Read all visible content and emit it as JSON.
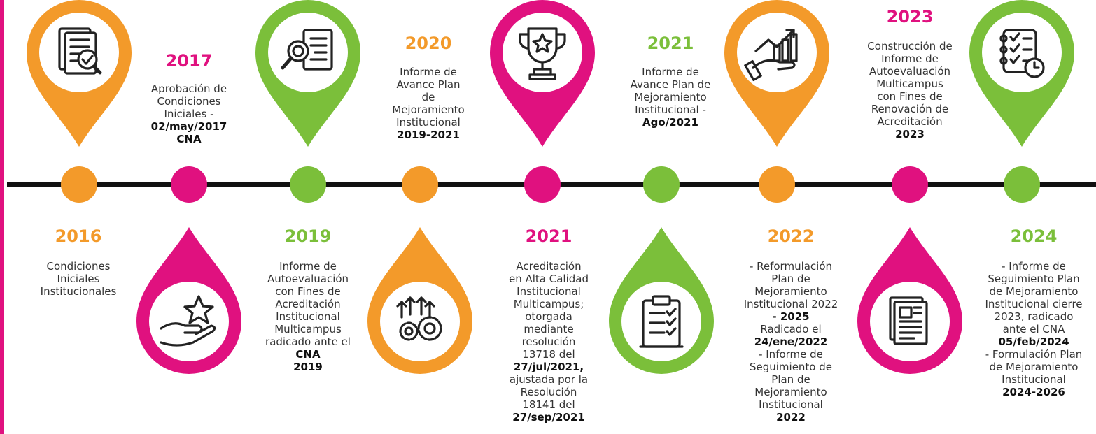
{
  "colors": {
    "orange": "#f39a2a",
    "magenta": "#e0117f",
    "green": "#7bbf3a",
    "line": "#111111"
  },
  "milestones": [
    {
      "year": "2016",
      "color": "orange",
      "desc_lines": [
        {
          "t": "Condiciones",
          "b": false
        },
        {
          "t": "Iniciales",
          "b": false
        },
        {
          "t": "Institucionales",
          "b": false
        }
      ]
    },
    {
      "year": "2017",
      "color": "magenta",
      "desc_lines": [
        {
          "t": "Aprobación de",
          "b": false
        },
        {
          "t": "Condiciones",
          "b": false
        },
        {
          "t": "Iniciales -",
          "b": false
        },
        {
          "t": "02/may/2017",
          "b": true
        },
        {
          "t": "CNA",
          "b": true
        }
      ]
    },
    {
      "year": "2019",
      "color": "green",
      "desc_lines": [
        {
          "t": "Informe de",
          "b": false
        },
        {
          "t": "Autoevaluación",
          "b": false
        },
        {
          "t": "con Fines de",
          "b": false
        },
        {
          "t": "Acreditación",
          "b": false
        },
        {
          "t": "Institucional",
          "b": false
        },
        {
          "t": "Multicampus",
          "b": false
        },
        {
          "t": "radicado ante el",
          "b": false
        },
        {
          "t": "CNA",
          "b": true
        },
        {
          "t": "2019",
          "b": true
        }
      ]
    },
    {
      "year": "2020",
      "color": "orange",
      "desc_lines": [
        {
          "t": "Informe de",
          "b": false
        },
        {
          "t": "Avance Plan",
          "b": false
        },
        {
          "t": "de",
          "b": false
        },
        {
          "t": "Mejoramiento",
          "b": false
        },
        {
          "t": "Institucional",
          "b": false
        },
        {
          "t": "2019-2021",
          "b": true
        }
      ]
    },
    {
      "year": "2021",
      "color": "magenta",
      "desc_lines": [
        {
          "t": "Acreditación",
          "b": false
        },
        {
          "t": "en Alta Calidad",
          "b": false
        },
        {
          "t": "Institucional",
          "b": false
        },
        {
          "t": "Multicampus;",
          "b": false
        },
        {
          "t": "otorgada",
          "b": false
        },
        {
          "t": "mediante",
          "b": false
        },
        {
          "t": "resolución",
          "b": false
        },
        {
          "t": "13718 del",
          "b": false
        },
        {
          "t": "27/jul/2021,",
          "b": true
        },
        {
          "t": "ajustada por la",
          "b": false
        },
        {
          "t": "Resolución",
          "b": false
        },
        {
          "t": "18141 del",
          "b": false
        },
        {
          "t": "27/sep/2021",
          "b": true
        }
      ]
    },
    {
      "year": "2021",
      "color": "green",
      "desc_lines": [
        {
          "t": "Informe de",
          "b": false
        },
        {
          "t": "Avance Plan de",
          "b": false
        },
        {
          "t": "Mejoramiento",
          "b": false
        },
        {
          "t": "Institucional -",
          "b": false
        },
        {
          "t": "Ago/2021",
          "b": true
        }
      ]
    },
    {
      "year": "2022",
      "color": "orange",
      "desc_lines": [
        {
          "t": "- Reformulación",
          "b": false
        },
        {
          "t": "Plan de",
          "b": false
        },
        {
          "t": "Mejoramiento",
          "b": false
        },
        {
          "t": "Institucional 2022",
          "b": false
        },
        {
          "t": "- 2025",
          "b": true
        },
        {
          "t": "Radicado el",
          "b": false
        },
        {
          "t": "24/ene/2022",
          "b": true
        },
        {
          "t": "- Informe de",
          "b": false
        },
        {
          "t": "Seguimiento de",
          "b": false
        },
        {
          "t": "Plan de",
          "b": false
        },
        {
          "t": "Mejoramiento",
          "b": false
        },
        {
          "t": "Institucional",
          "b": false
        },
        {
          "t": "2022",
          "b": true
        }
      ]
    },
    {
      "year": "2023",
      "color": "magenta",
      "desc_lines": [
        {
          "t": "Construcción de",
          "b": false
        },
        {
          "t": "Informe de",
          "b": false
        },
        {
          "t": "Autoevaluación",
          "b": false
        },
        {
          "t": "Multicampus",
          "b": false
        },
        {
          "t": "con Fines de",
          "b": false
        },
        {
          "t": "Renovación de",
          "b": false
        },
        {
          "t": "Acreditación",
          "b": false
        },
        {
          "t": "2023",
          "b": true
        }
      ]
    },
    {
      "year": "2024",
      "color": "green",
      "desc_lines": [
        {
          "t": "- Informe de",
          "b": false
        },
        {
          "t": "Seguimiento Plan",
          "b": false
        },
        {
          "t": "de Mejoramiento",
          "b": false
        },
        {
          "t": "Institucional cierre",
          "b": false
        },
        {
          "t": "2023, radicado",
          "b": false
        },
        {
          "t": "ante el CNA",
          "b": false
        },
        {
          "t": "05/feb/2024",
          "b": true
        },
        {
          "t": "- Formulación Plan",
          "b": false
        },
        {
          "t": "de Mejoramiento",
          "b": false
        },
        {
          "t": "Institucional",
          "b": false
        },
        {
          "t": "2024-2026",
          "b": true
        }
      ]
    }
  ],
  "icons": [
    "documents-check-icon",
    "award-hand-icon",
    "search-document-icon",
    "growth-gears-icon",
    "trophy-star-icon",
    "clipboard-checklist-icon",
    "hand-growth-chart-icon",
    "newspaper-documents-icon",
    "checklist-clock-icon"
  ]
}
